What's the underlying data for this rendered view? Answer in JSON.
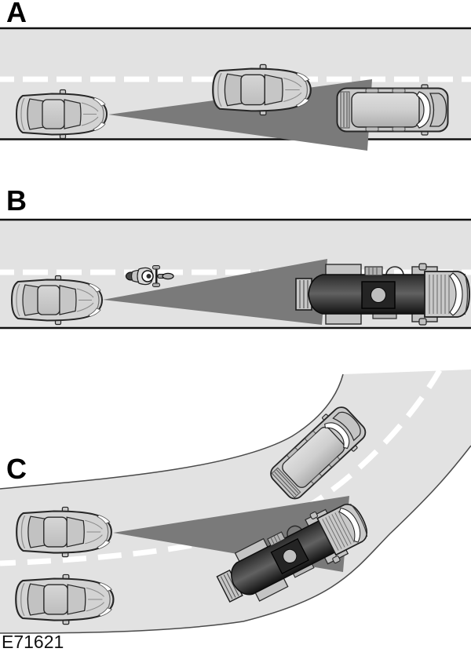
{
  "figure": {
    "code": "E71621",
    "panels": [
      {
        "label": "A",
        "scene": "car-cutting-into-lane-ahead",
        "vehicles": [
          "host-car",
          "cutting-in-car",
          "van"
        ]
      },
      {
        "label": "B",
        "scene": "motorcycle-offset-in-lane",
        "vehicles": [
          "host-car",
          "motorcycle",
          "tanker-truck"
        ]
      },
      {
        "label": "C",
        "scene": "curve-beam-on-adjacent-lane",
        "vehicles": [
          "host-car",
          "following-car",
          "van",
          "tanker-truck"
        ]
      }
    ],
    "colors": {
      "background": "#ffffff",
      "road": "#e2e2e2",
      "beam": "#7a7a7a",
      "lane_marking": "#ffffff",
      "road_edge": "#111111"
    }
  }
}
